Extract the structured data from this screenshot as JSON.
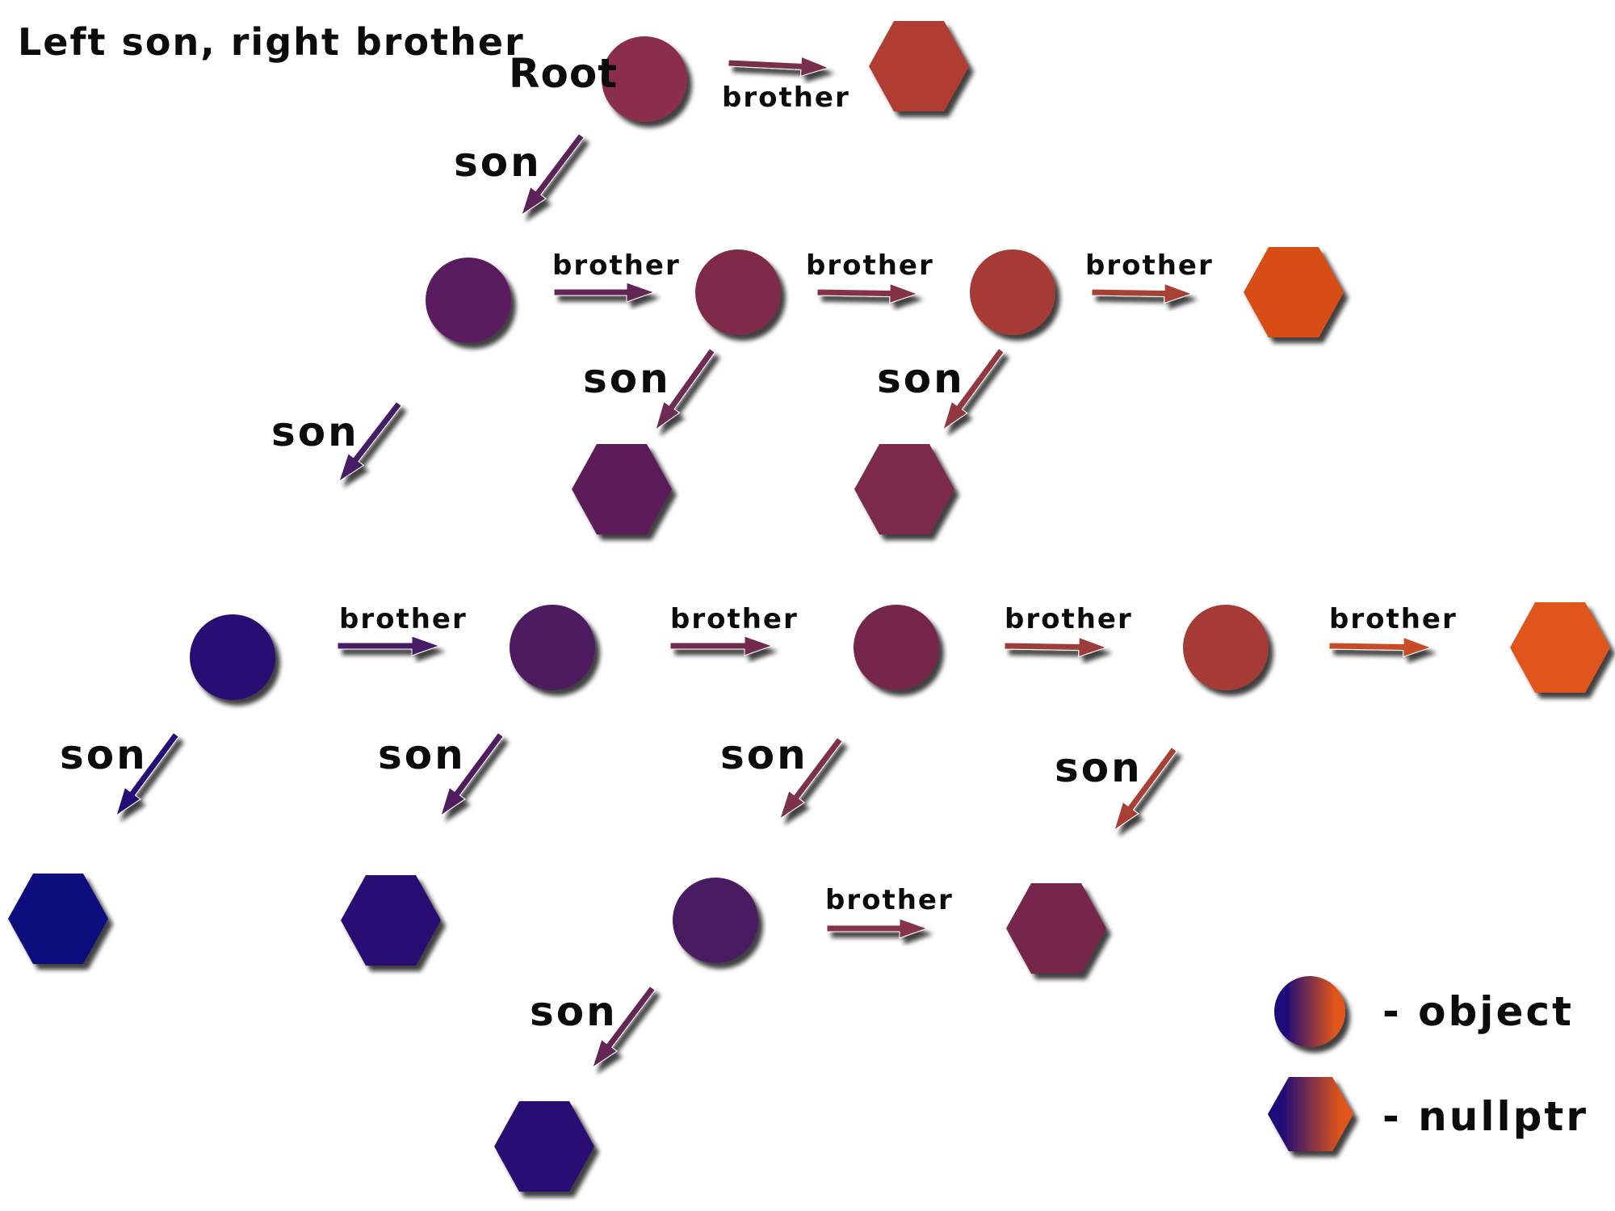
{
  "title": "Left son, right brother",
  "root_label": "Root",
  "son_label": "son",
  "brother_label": "brother",
  "legend": {
    "object_label": "- object",
    "nullptr_label": "- nullptr"
  },
  "colors": {
    "blue": "#1a0a7a",
    "orange": "#e0551a",
    "object_gradient": [
      "#1a0a7a",
      "#e0551a"
    ],
    "label": "#0c0c0c"
  },
  "nodes": [
    {
      "id": "root",
      "kind": "object",
      "level": 0,
      "color": "#8a2e4a"
    },
    {
      "id": "root-brother-null",
      "kind": "nullptr",
      "level": 0,
      "color": "#b03c30"
    },
    {
      "id": "l1-a",
      "kind": "object",
      "level": 1,
      "color": "#5a1e5e"
    },
    {
      "id": "l1-b",
      "kind": "object",
      "level": 1,
      "color": "#802c48"
    },
    {
      "id": "l1-c",
      "kind": "object",
      "level": 1,
      "color": "#a63a34"
    },
    {
      "id": "l1-brother-null",
      "kind": "nullptr",
      "level": 1,
      "color": "#d84e18"
    },
    {
      "id": "l1-b-son-null",
      "kind": "nullptr",
      "level": 1,
      "color": "#5c1e5a"
    },
    {
      "id": "l1-c-son-null",
      "kind": "nullptr",
      "level": 1,
      "color": "#7c2a48"
    },
    {
      "id": "l2-a",
      "kind": "object",
      "level": 2,
      "color": "#2a0e72"
    },
    {
      "id": "l2-b",
      "kind": "object",
      "level": 2,
      "color": "#4e1a60"
    },
    {
      "id": "l2-c",
      "kind": "object",
      "level": 2,
      "color": "#76284c"
    },
    {
      "id": "l2-d",
      "kind": "object",
      "level": 2,
      "color": "#a63a34"
    },
    {
      "id": "l2-brother-null",
      "kind": "nullptr",
      "level": 2,
      "color": "#e0551a"
    },
    {
      "id": "l2-a-son-null",
      "kind": "nullptr",
      "level": 2,
      "color": "#10077e"
    },
    {
      "id": "l2-b-son-null",
      "kind": "nullptr",
      "level": 2,
      "color": "#2a0e72"
    },
    {
      "id": "l3-a",
      "kind": "object",
      "level": 3,
      "color": "#4a1a62"
    },
    {
      "id": "l3-brother-null",
      "kind": "nullptr",
      "level": 3,
      "color": "#76284c"
    },
    {
      "id": "l3-a-son-null",
      "kind": "nullptr",
      "level": 3,
      "color": "#2a0e72"
    }
  ],
  "edges": [
    {
      "type": "brother",
      "from": "root",
      "to": "root-brother-null"
    },
    {
      "type": "son",
      "from": "root",
      "to": "l1-a"
    },
    {
      "type": "brother",
      "from": "l1-a",
      "to": "l1-b"
    },
    {
      "type": "brother",
      "from": "l1-b",
      "to": "l1-c"
    },
    {
      "type": "brother",
      "from": "l1-c",
      "to": "l1-brother-null"
    },
    {
      "type": "son",
      "from": "l1-b",
      "to": "l1-b-son-null"
    },
    {
      "type": "son",
      "from": "l1-c",
      "to": "l1-c-son-null"
    },
    {
      "type": "son",
      "from": "l1-a",
      "to": "l2-a"
    },
    {
      "type": "brother",
      "from": "l2-a",
      "to": "l2-b"
    },
    {
      "type": "brother",
      "from": "l2-b",
      "to": "l2-c"
    },
    {
      "type": "brother",
      "from": "l2-c",
      "to": "l2-d"
    },
    {
      "type": "brother",
      "from": "l2-d",
      "to": "l2-brother-null"
    },
    {
      "type": "son",
      "from": "l2-a",
      "to": "l2-a-son-null"
    },
    {
      "type": "son",
      "from": "l2-b",
      "to": "l2-b-son-null"
    },
    {
      "type": "son",
      "from": "l2-c",
      "to": "l3-a"
    },
    {
      "type": "son",
      "from": "l2-d",
      "to": "l3-brother-null"
    },
    {
      "type": "brother",
      "from": "l3-a",
      "to": "l3-brother-null"
    },
    {
      "type": "son",
      "from": "l3-a",
      "to": "l3-a-son-null"
    }
  ]
}
